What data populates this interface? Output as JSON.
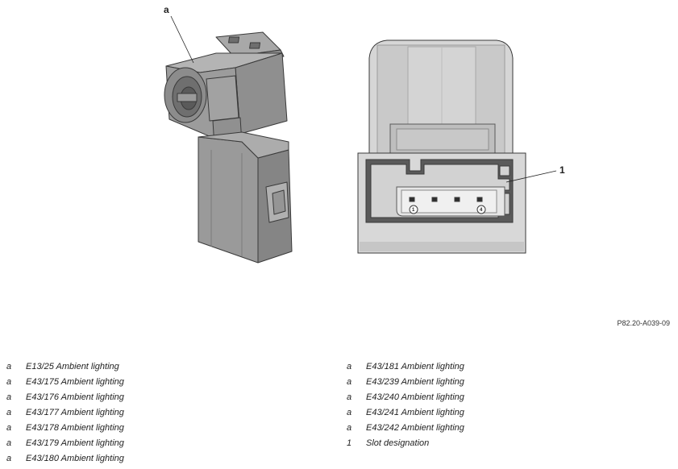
{
  "callouts": {
    "part_a": "a",
    "slot": "1"
  },
  "pin_labels": {
    "first": "1",
    "last": "4"
  },
  "figure_code": "P82.20-A039-09",
  "legend": {
    "left": [
      {
        "key": "a",
        "text": "E13/25 Ambient lighting"
      },
      {
        "key": "a",
        "text": "E43/175 Ambient lighting"
      },
      {
        "key": "a",
        "text": "E43/176 Ambient lighting"
      },
      {
        "key": "a",
        "text": "E43/177 Ambient lighting"
      },
      {
        "key": "a",
        "text": "E43/178 Ambient lighting"
      },
      {
        "key": "a",
        "text": "E43/179 Ambient lighting"
      },
      {
        "key": "a",
        "text": "E43/180 Ambient lighting"
      }
    ],
    "right": [
      {
        "key": "a",
        "text": "E43/181 Ambient lighting"
      },
      {
        "key": "a",
        "text": "E43/239 Ambient lighting"
      },
      {
        "key": "a",
        "text": "E43/240 Ambient lighting"
      },
      {
        "key": "a",
        "text": "E43/241 Ambient lighting"
      },
      {
        "key": "a",
        "text": "E43/242 Ambient lighting"
      },
      {
        "key": "1",
        "text": "Slot designation"
      }
    ]
  }
}
